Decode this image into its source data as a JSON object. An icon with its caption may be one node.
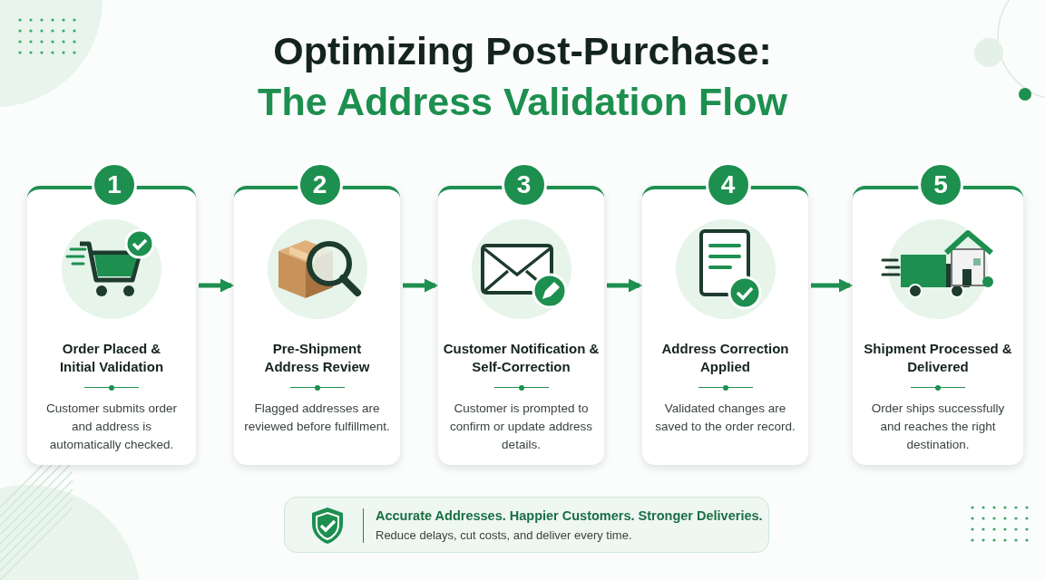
{
  "diagram": {
    "title": "Optimizing Post-Purchase:",
    "nodes": [
      {
        "text": [
          "1",
          "Order Placed & Initial Validation",
          "Customer submits order and address is automatically checked."
        ]
      },
      {
        "text": [
          "2",
          "Pre-Shipment Address Review",
          "Flagged addresses are reviewed before fulfillment."
        ]
      },
      {
        "text": [
          "3",
          "Customer Notification & Self-Correction",
          "Customer is prompted to confirm or update address details."
        ]
      },
      {
        "text": [
          "4",
          "Address Correction Applied",
          "Validated changes are saved to the order record."
        ]
      },
      {
        "text": [
          "5",
          "Shipment Processed & Delivered",
          "Order ships successfully and reaches the right destination."
        ]
      },
      {
        "text": [
          "Accurate Addresses. Happier Customers. Stronger Deliveries.",
          "Reduce delays, cut costs, and deliver every time."
        ]
      }
    ],
    "edges": [
      {
        "from": 0,
        "to": 1,
        "arrow": "to"
      },
      {
        "from": 1,
        "to": 2,
        "arrow": "to"
      },
      {
        "from": 2,
        "to": 3,
        "arrow": "to"
      },
      {
        "from": 3,
        "to": 4,
        "arrow": "to"
      }
    ],
    "labels": [
      "The Address Validation Flow"
    ]
  }
}
